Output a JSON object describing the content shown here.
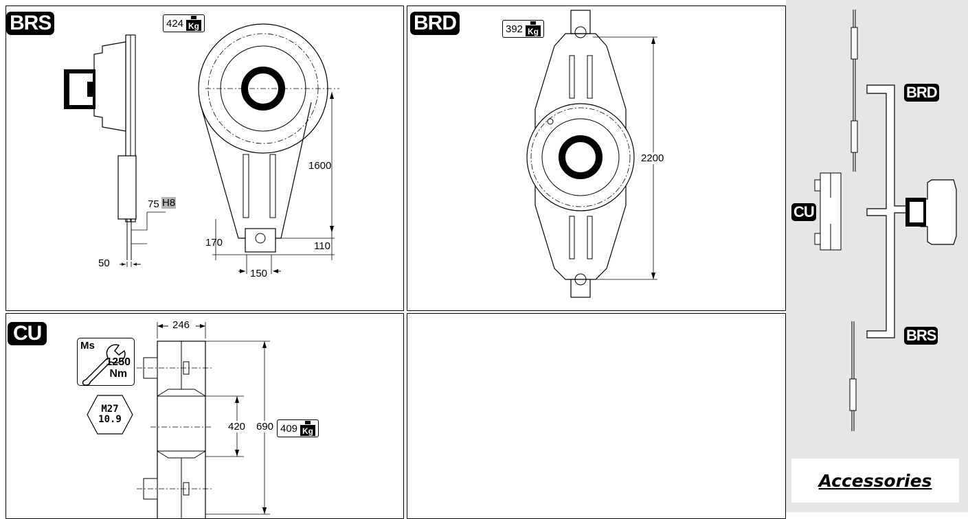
{
  "panels": {
    "brs": {
      "tag": "BRS",
      "weight": "424",
      "dims": {
        "height": "1600",
        "bore": "75",
        "fit": "H8",
        "thickness": "50",
        "lug_offset": "170",
        "lug_end": "110",
        "lug_width": "150"
      }
    },
    "brd": {
      "tag": "BRD",
      "weight": "392",
      "dims": {
        "length": "2200"
      }
    },
    "cu": {
      "tag": "CU",
      "weight": "409",
      "dims": {
        "width": "246",
        "gap": "420",
        "height": "690"
      },
      "torque_label": "Ms",
      "torque_value": "1250",
      "torque_unit": "Nm",
      "bolt_size": "M27",
      "bolt_grade": "10.9"
    },
    "accessories": {
      "tag_brd": "BRD",
      "tag_cu": "CU",
      "tag_brs": "BRS",
      "title": "Accessories"
    }
  },
  "colors": {
    "sidebar_bg": "#e6e6e6",
    "fit_highlight": "#b5b5b5"
  }
}
